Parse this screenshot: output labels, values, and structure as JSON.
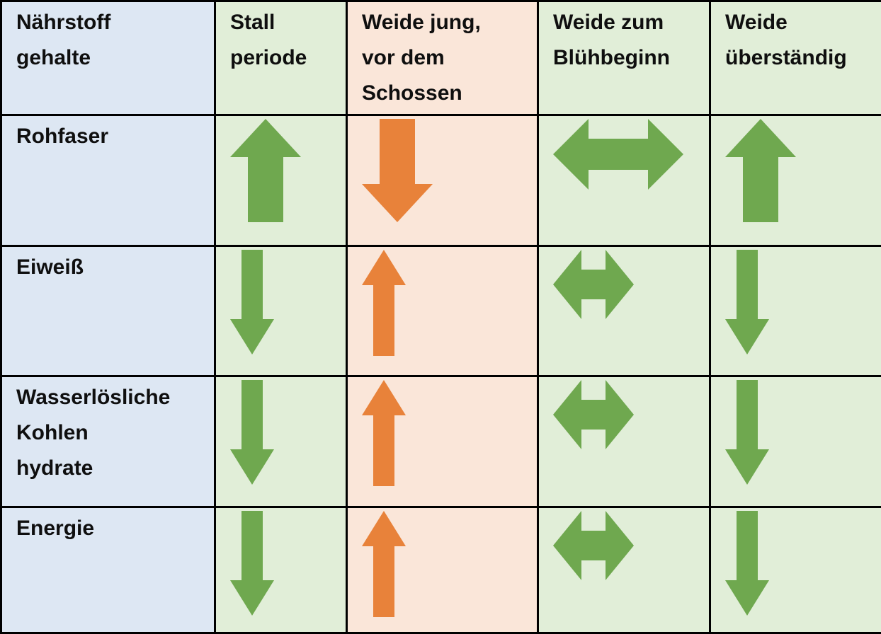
{
  "header": {
    "nutrient_label": "Nährstoff\ngehalte",
    "periods": [
      "Stall\nperiode",
      "Weide jung,\nvor dem\nSchossen",
      "Weide zum\nBlühbeginn",
      "Weide\nüberständig"
    ]
  },
  "rows": [
    {
      "label": "Rohfaser",
      "arrows": [
        {
          "direction": "up",
          "color": "green"
        },
        {
          "direction": "down",
          "color": "orange"
        },
        {
          "direction": "left-right",
          "color": "green"
        },
        {
          "direction": "up",
          "color": "green"
        }
      ]
    },
    {
      "label": "Eiweiß",
      "arrows": [
        {
          "direction": "down",
          "color": "green"
        },
        {
          "direction": "up",
          "color": "orange"
        },
        {
          "direction": "left-right",
          "color": "green"
        },
        {
          "direction": "down",
          "color": "green"
        }
      ]
    },
    {
      "label": "Wasserlösliche\nKohlen\nhydrate",
      "arrows": [
        {
          "direction": "down",
          "color": "green"
        },
        {
          "direction": "up",
          "color": "orange"
        },
        {
          "direction": "left-right",
          "color": "green"
        },
        {
          "direction": "down",
          "color": "green"
        }
      ]
    },
    {
      "label": "Energie",
      "arrows": [
        {
          "direction": "down",
          "color": "green"
        },
        {
          "direction": "up",
          "color": "orange"
        },
        {
          "direction": "left-right",
          "color": "green"
        },
        {
          "direction": "down",
          "color": "green"
        }
      ]
    }
  ],
  "colors": {
    "green": "#6fa84f",
    "orange": "#e8823a",
    "label_column_bg": "#dde7f3",
    "green_cell_bg": "#e1eed8",
    "orange_cell_bg": "#fae6d9",
    "border": "#000000"
  },
  "chart_data": {
    "type": "table",
    "title": "Nährstoffgehalte",
    "columns": [
      "Nährstoffgehalte",
      "Stallperiode",
      "Weide jung, vor dem Schossen",
      "Weide zum Blühbeginn",
      "Weide überständig"
    ],
    "rows": [
      {
        "label": "Rohfaser",
        "trends": [
          "up",
          "down",
          "left-right",
          "up"
        ],
        "arrow_colors": [
          "#6fa84f",
          "#e8823a",
          "#6fa84f",
          "#6fa84f"
        ]
      },
      {
        "label": "Eiweiß",
        "trends": [
          "down",
          "up",
          "left-right",
          "down"
        ],
        "arrow_colors": [
          "#6fa84f",
          "#e8823a",
          "#6fa84f",
          "#6fa84f"
        ]
      },
      {
        "label": "Wasserlösliche Kohlenhydrate",
        "trends": [
          "down",
          "up",
          "left-right",
          "down"
        ],
        "arrow_colors": [
          "#6fa84f",
          "#e8823a",
          "#6fa84f",
          "#6fa84f"
        ]
      },
      {
        "label": "Energie",
        "trends": [
          "down",
          "up",
          "left-right",
          "down"
        ],
        "arrow_colors": [
          "#6fa84f",
          "#e8823a",
          "#6fa84f",
          "#6fa84f"
        ]
      }
    ],
    "legend_position": "none",
    "grid": true
  }
}
